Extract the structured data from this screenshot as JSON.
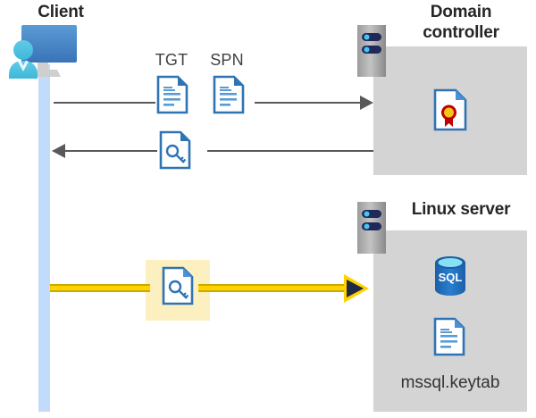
{
  "diagram": {
    "title_client": "Client",
    "title_domain_controller": "Domain controller",
    "title_linux_server": "Linux server",
    "keytab_filename": "mssql.keytab",
    "labels": {
      "tgt": "TGT",
      "spn": "SPN"
    },
    "colors": {
      "panel_grey": "#d4d4d4",
      "lifeline_blue": "#c2dbfa",
      "accent_blue": "#2e74b5",
      "doc_blue": "#3a7ebf",
      "yellow_flow": "#ffd200",
      "yellow_highlight": "#fdf0c0",
      "arrow_grey": "#595959",
      "arrowhead_navy": "#1f2a44",
      "cert_gold": "#f5c518",
      "cert_red": "#c00000",
      "sql_blue": "#1f6fc0",
      "title_text": "#262626"
    },
    "icons": {
      "client": "client-computer-icon",
      "server_rack": "server-rack-icon",
      "document_tgt": "document-icon",
      "document_spn": "document-icon",
      "document_key": "key-document-icon",
      "certificate": "certificate-icon",
      "database": "sql-database-icon",
      "keytab_document": "document-icon"
    },
    "flows": [
      {
        "name": "request",
        "direction": "client-to-domain-controller",
        "style": "grey",
        "payload": [
          "TGT",
          "SPN"
        ]
      },
      {
        "name": "response",
        "direction": "domain-controller-to-client",
        "style": "grey",
        "payload": [
          "service-ticket"
        ]
      },
      {
        "name": "authenticate",
        "direction": "client-to-linux-server",
        "style": "yellow-highlighted",
        "payload": [
          "service-ticket"
        ]
      }
    ]
  }
}
